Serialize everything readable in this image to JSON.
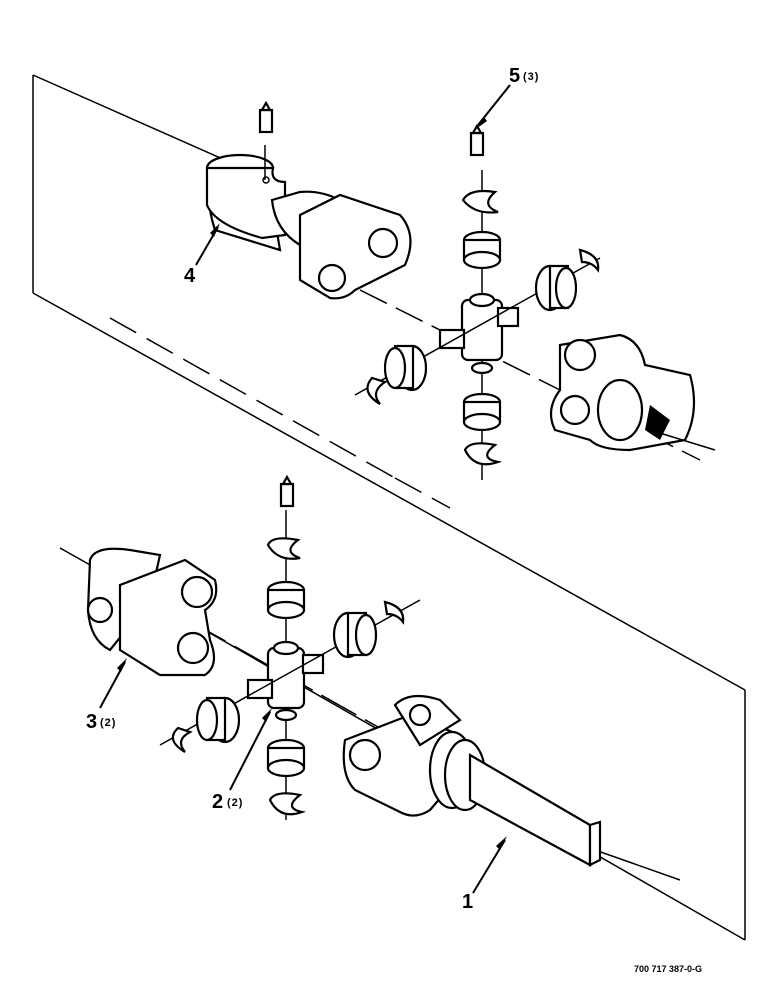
{
  "callouts": [
    {
      "number": "1",
      "qty": ""
    },
    {
      "number": "2",
      "qty": "(2)"
    },
    {
      "number": "3",
      "qty": "(2)"
    },
    {
      "number": "4",
      "qty": ""
    },
    {
      "number": "5",
      "qty": "(3)"
    }
  ],
  "drawing_number": "700 717 387-0-G"
}
